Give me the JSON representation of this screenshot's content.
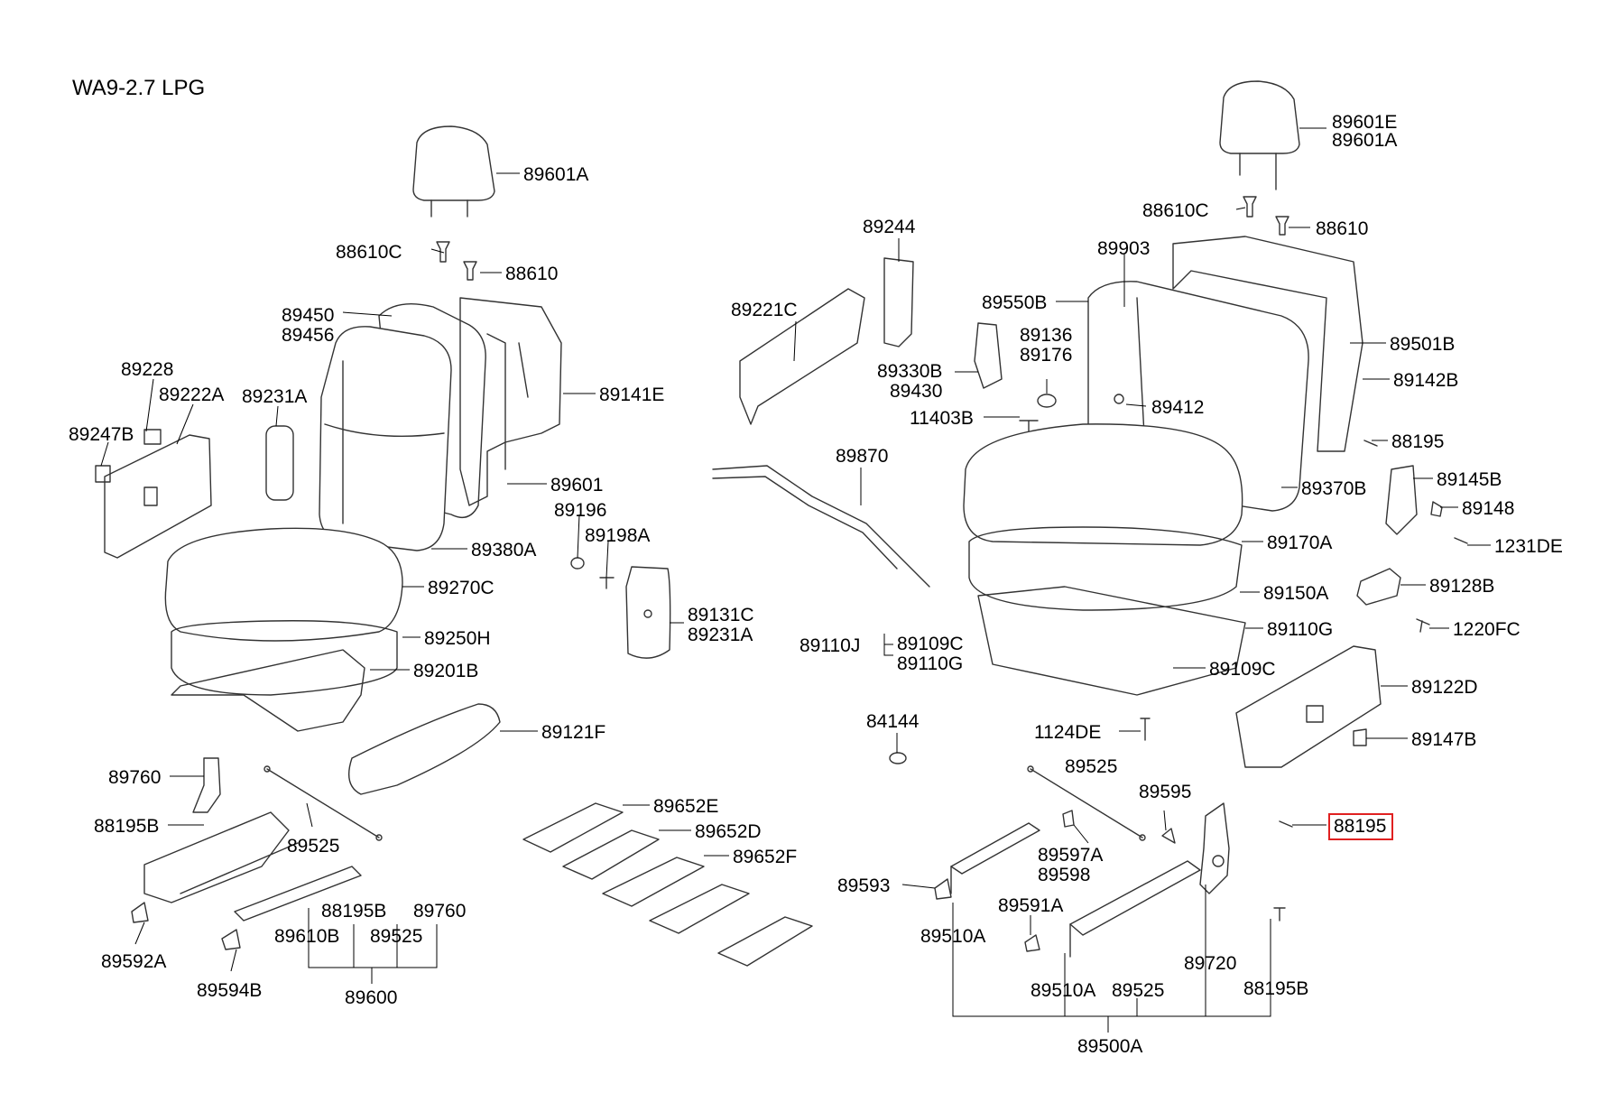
{
  "title": "WA9-2.7 LPG",
  "labels": {
    "l_89601A": "89601A",
    "l_88610C_a": "88610C",
    "l_88610_a": "88610",
    "l_89450": "89450",
    "l_89456": "89456",
    "l_89141E": "89141E",
    "l_89228": "89228",
    "l_89222A": "89222A",
    "l_89231A_a": "89231A",
    "l_89247B": "89247B",
    "l_89601": "89601",
    "l_89196": "89196",
    "l_89198A": "89198A",
    "l_89380A": "89380A",
    "l_89270C": "89270C",
    "l_89131C": "89131C",
    "l_89231A_b": "89231A",
    "l_89250H": "89250H",
    "l_89201B": "89201B",
    "l_89121F": "89121F",
    "l_89760_a": "89760",
    "l_88195B_a": "88195B",
    "l_89525_a": "89525",
    "l_89652E": "89652E",
    "l_89652D": "89652D",
    "l_89652F": "89652F",
    "l_88195B_b": "88195B",
    "l_89760_b": "89760",
    "l_89610B": "89610B",
    "l_89525_b": "89525",
    "l_89592A": "89592A",
    "l_89594B": "89594B",
    "l_89600": "89600",
    "l_89244": "89244",
    "l_89221C": "89221C",
    "l_89330B": "89330B",
    "l_89430": "89430",
    "l_89870": "89870",
    "l_89601E": "89601E",
    "l_89601A_r": "89601A",
    "l_88610C_b": "88610C",
    "l_88610_b": "88610",
    "l_89903": "89903",
    "l_89550B": "89550B",
    "l_89136": "89136",
    "l_89176": "89176",
    "l_11403B": "11403B",
    "l_89412": "89412",
    "l_89501B": "89501B",
    "l_89142B": "89142B",
    "l_88195_a": "88195",
    "l_89370B": "89370B",
    "l_89145B": "89145B",
    "l_89148": "89148",
    "l_89170A": "89170A",
    "l_1231DE": "1231DE",
    "l_89150A": "89150A",
    "l_89128B": "89128B",
    "l_89110G_a": "89110G",
    "l_1220FC": "1220FC",
    "l_89110J": "89110J",
    "l_89109C_a": "89109C",
    "l_89110G_b": "89110G",
    "l_89109C_b": "89109C",
    "l_89122D": "89122D",
    "l_84144": "84144",
    "l_1124DE": "1124DE",
    "l_89147B": "89147B",
    "l_89525_c": "89525",
    "l_89595": "89595",
    "l_88195_b": "88195",
    "l_89597A": "89597A",
    "l_89598": "89598",
    "l_89593": "89593",
    "l_89591A": "89591A",
    "l_89510A_a": "89510A",
    "l_89720": "89720",
    "l_89510A_b": "89510A",
    "l_89525_d": "89525",
    "l_88195B_c": "88195B",
    "l_89500A": "89500A"
  },
  "highlight": {
    "label": "88195",
    "color": "#e02020"
  }
}
